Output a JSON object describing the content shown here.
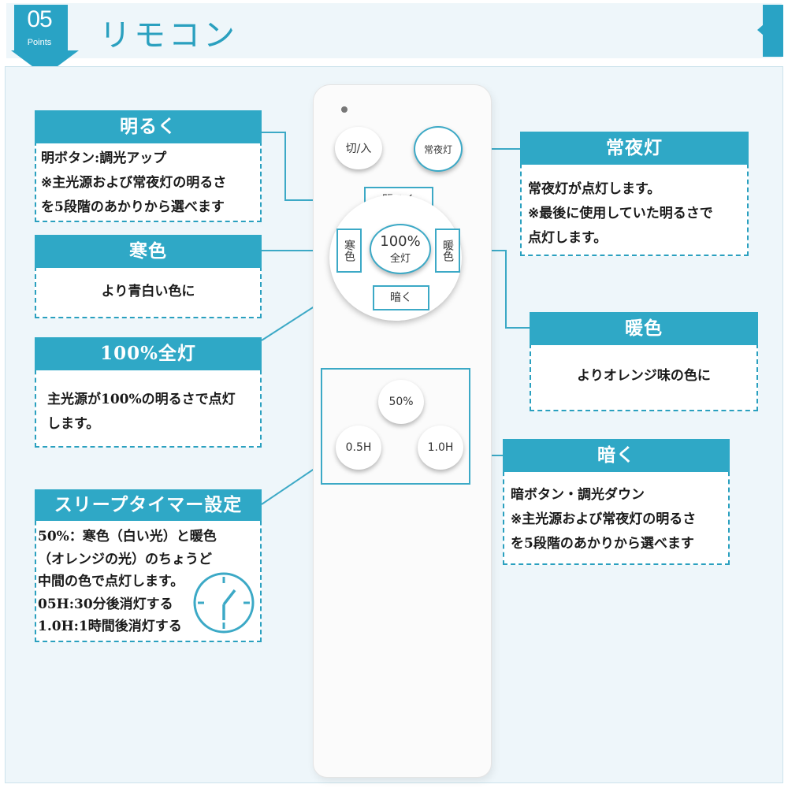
{
  "header": {
    "badge_number": "05",
    "badge_sub": "Points",
    "title": "リモコン"
  },
  "remote": {
    "btn_power": "切/入",
    "btn_nightlight": "常夜灯",
    "btn_bright": "明るく",
    "btn_cool": "寒色",
    "btn_full": "100%",
    "btn_full_sub": "全灯",
    "btn_warm": "暖色",
    "btn_dark": "暗く",
    "btn_50": "50%",
    "btn_05h": "0.5H",
    "btn_10h": "1.0H"
  },
  "boxes": {
    "bright": {
      "title": "明るく",
      "body": "明ボタン:調光アップ\n※主光源および常夜灯の明るさ\nを5段階のあかりから選べます"
    },
    "cool": {
      "title": "寒色",
      "body": "より青白い色に"
    },
    "full": {
      "title": "100%全灯",
      "body": "主光源が100%の明るさで点灯\nします。"
    },
    "sleep": {
      "title": "スリープタイマー設定",
      "body": "50%：寒色（白い光）と暖色\n（オレンジの光）のちょうど\n中間の色で点灯します。\n05H:30分後消灯する\n1.0H:1時間後消灯する"
    },
    "nightlight": {
      "title": "常夜灯",
      "body": "常夜灯が点灯します。\n※最後に使用していた明るさで\n点灯します。"
    },
    "warm": {
      "title": "暖色",
      "body": "よりオレンジ味の色に"
    },
    "dark": {
      "title": "暗く",
      "body": "暗ボタン・調光ダウン\n※主光源および常夜灯の明るさ\nを5段階のあかりから選べます"
    }
  },
  "colors": {
    "accent": "#2fa8c6",
    "background": "#eef6fa"
  }
}
